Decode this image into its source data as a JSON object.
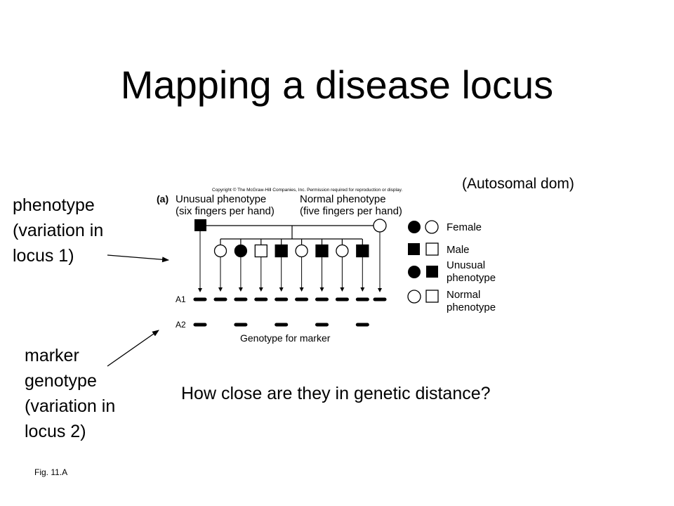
{
  "title": "Mapping a disease locus",
  "mode_note": "(Autosomal dom)",
  "phenotype_note": [
    "phenotype",
    "(variation in",
    "locus 1)"
  ],
  "marker_note": [
    "marker",
    "genotype",
    "(variation in",
    "locus 2)"
  ],
  "question": "How close are they in genetic distance?",
  "figure_ref": "Fig. 11.A",
  "figure": {
    "copyright": "Copyright © The McGraw-Hill Companies, Inc. Permission required for reproduction or display.",
    "panel_label": "(a)",
    "parent_unusual_label": [
      "Unusual phenotype",
      "(six fingers per hand)"
    ],
    "parent_normal_label": [
      "Normal phenotype",
      "(five fingers per hand)"
    ],
    "allele_a1": "A1",
    "allele_a2": "A2",
    "genotype_caption": "Genotype for marker",
    "legend": {
      "female": "Female",
      "male": "Male",
      "unusual": [
        "Unusual",
        "phenotype"
      ],
      "normal": [
        "Normal",
        "phenotype"
      ]
    },
    "offspring": [
      {
        "sex": "female",
        "affected": false,
        "a2": false
      },
      {
        "sex": "female",
        "affected": true,
        "a2": true
      },
      {
        "sex": "male",
        "affected": false,
        "a2": false
      },
      {
        "sex": "male",
        "affected": true,
        "a2": true
      },
      {
        "sex": "female",
        "affected": false,
        "a2": false
      },
      {
        "sex": "male",
        "affected": true,
        "a2": true
      },
      {
        "sex": "female",
        "affected": false,
        "a2": false
      },
      {
        "sex": "male",
        "affected": true,
        "a2": true
      }
    ]
  }
}
